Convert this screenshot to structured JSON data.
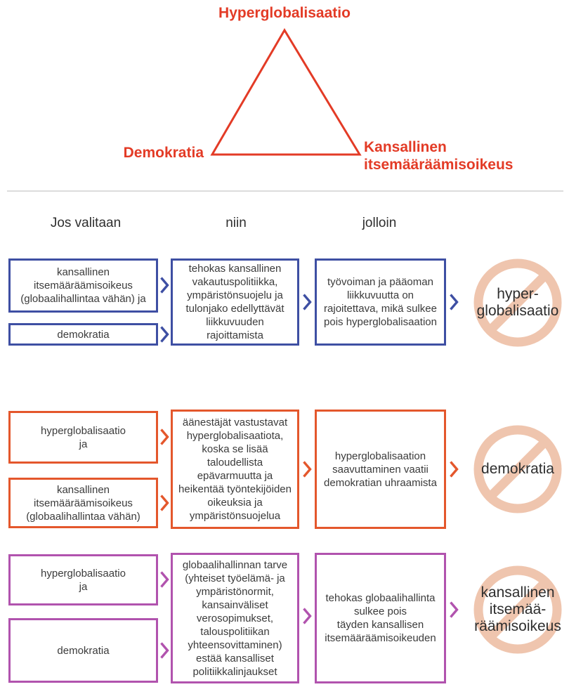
{
  "colors": {
    "triangle_red": "#e33b26",
    "row1_blue": "#3e4fa3",
    "row2_orange": "#e4572c",
    "row3_purple": "#b153ae",
    "prohibition_salmon": "#efc5ae",
    "text_dark": "#3b3b3b"
  },
  "triangle": {
    "top_label": "Hyperglobalisaatio",
    "left_label": "Demokratia",
    "right_label": "Kansallinen\nitsemääräämisoikeus"
  },
  "table": {
    "headers": [
      {
        "label": "Jos valitaan"
      },
      {
        "label": "niin"
      },
      {
        "label": "jolloin"
      }
    ],
    "rows": [
      {
        "name": "hyperglobalisation-excluded",
        "color": "#3e4fa3",
        "choice_boxes": [
          {
            "text": "kansallinen\nitsemääräämisoikeus\n(globaalihallintaa vähän) ja"
          },
          {
            "text": "demokratia"
          }
        ],
        "consequence": "tehokas kansallinen\nvakautuspolitiikka,\nympäristönsuojelu ja\ntulonjako edellyttävät\nliikkuvuuden\nrajoittamista",
        "outcome": "työvoiman ja pääoman\nliikkuvuutta on\nrajoitettava, mikä sulkee\npois hyperglobalisaation",
        "excluded": "hyper-\nglobalisaatio"
      },
      {
        "name": "democracy-excluded",
        "color": "#e4572c",
        "choice_boxes": [
          {
            "text": "hyperglobalisaatio\nja"
          },
          {
            "text": "kansallinen\nitsemääräämisoikeus\n(globaalihallintaa vähän)"
          }
        ],
        "consequence": "äänestäjät vastustavat\nhyperglobalisaatiota,\nkoska se lisää\ntaloudellista\nepävarmuutta ja\nheikentää työntekijöiden\noikeuksia ja\nympäristönsuojelua",
        "outcome": "hyperglobalisaation\nsaavuttaminen vaatii\ndemokratian uhraamista",
        "excluded": "demokratia"
      },
      {
        "name": "national-self-determination-excluded",
        "color": "#b153ae",
        "choice_boxes": [
          {
            "text": "hyperglobalisaatio\nja"
          },
          {
            "text": "demokratia"
          }
        ],
        "consequence": "globaalihallinnan tarve\n(yhteiset työelämä- ja\nympäristönormit,\nkansainväliset\nverosopimukset,\ntalouspolitiikan\nyhteensovittaminen)\nestää kansalliset\npolitiikkalinjaukset",
        "outcome": "tehokas globaalihallinta\nsulkee pois\ntäyden kansallisen\nitsemääräämisoikeuden",
        "excluded": "kansallinen\nitsemää-\nräämisoikeus"
      }
    ]
  }
}
